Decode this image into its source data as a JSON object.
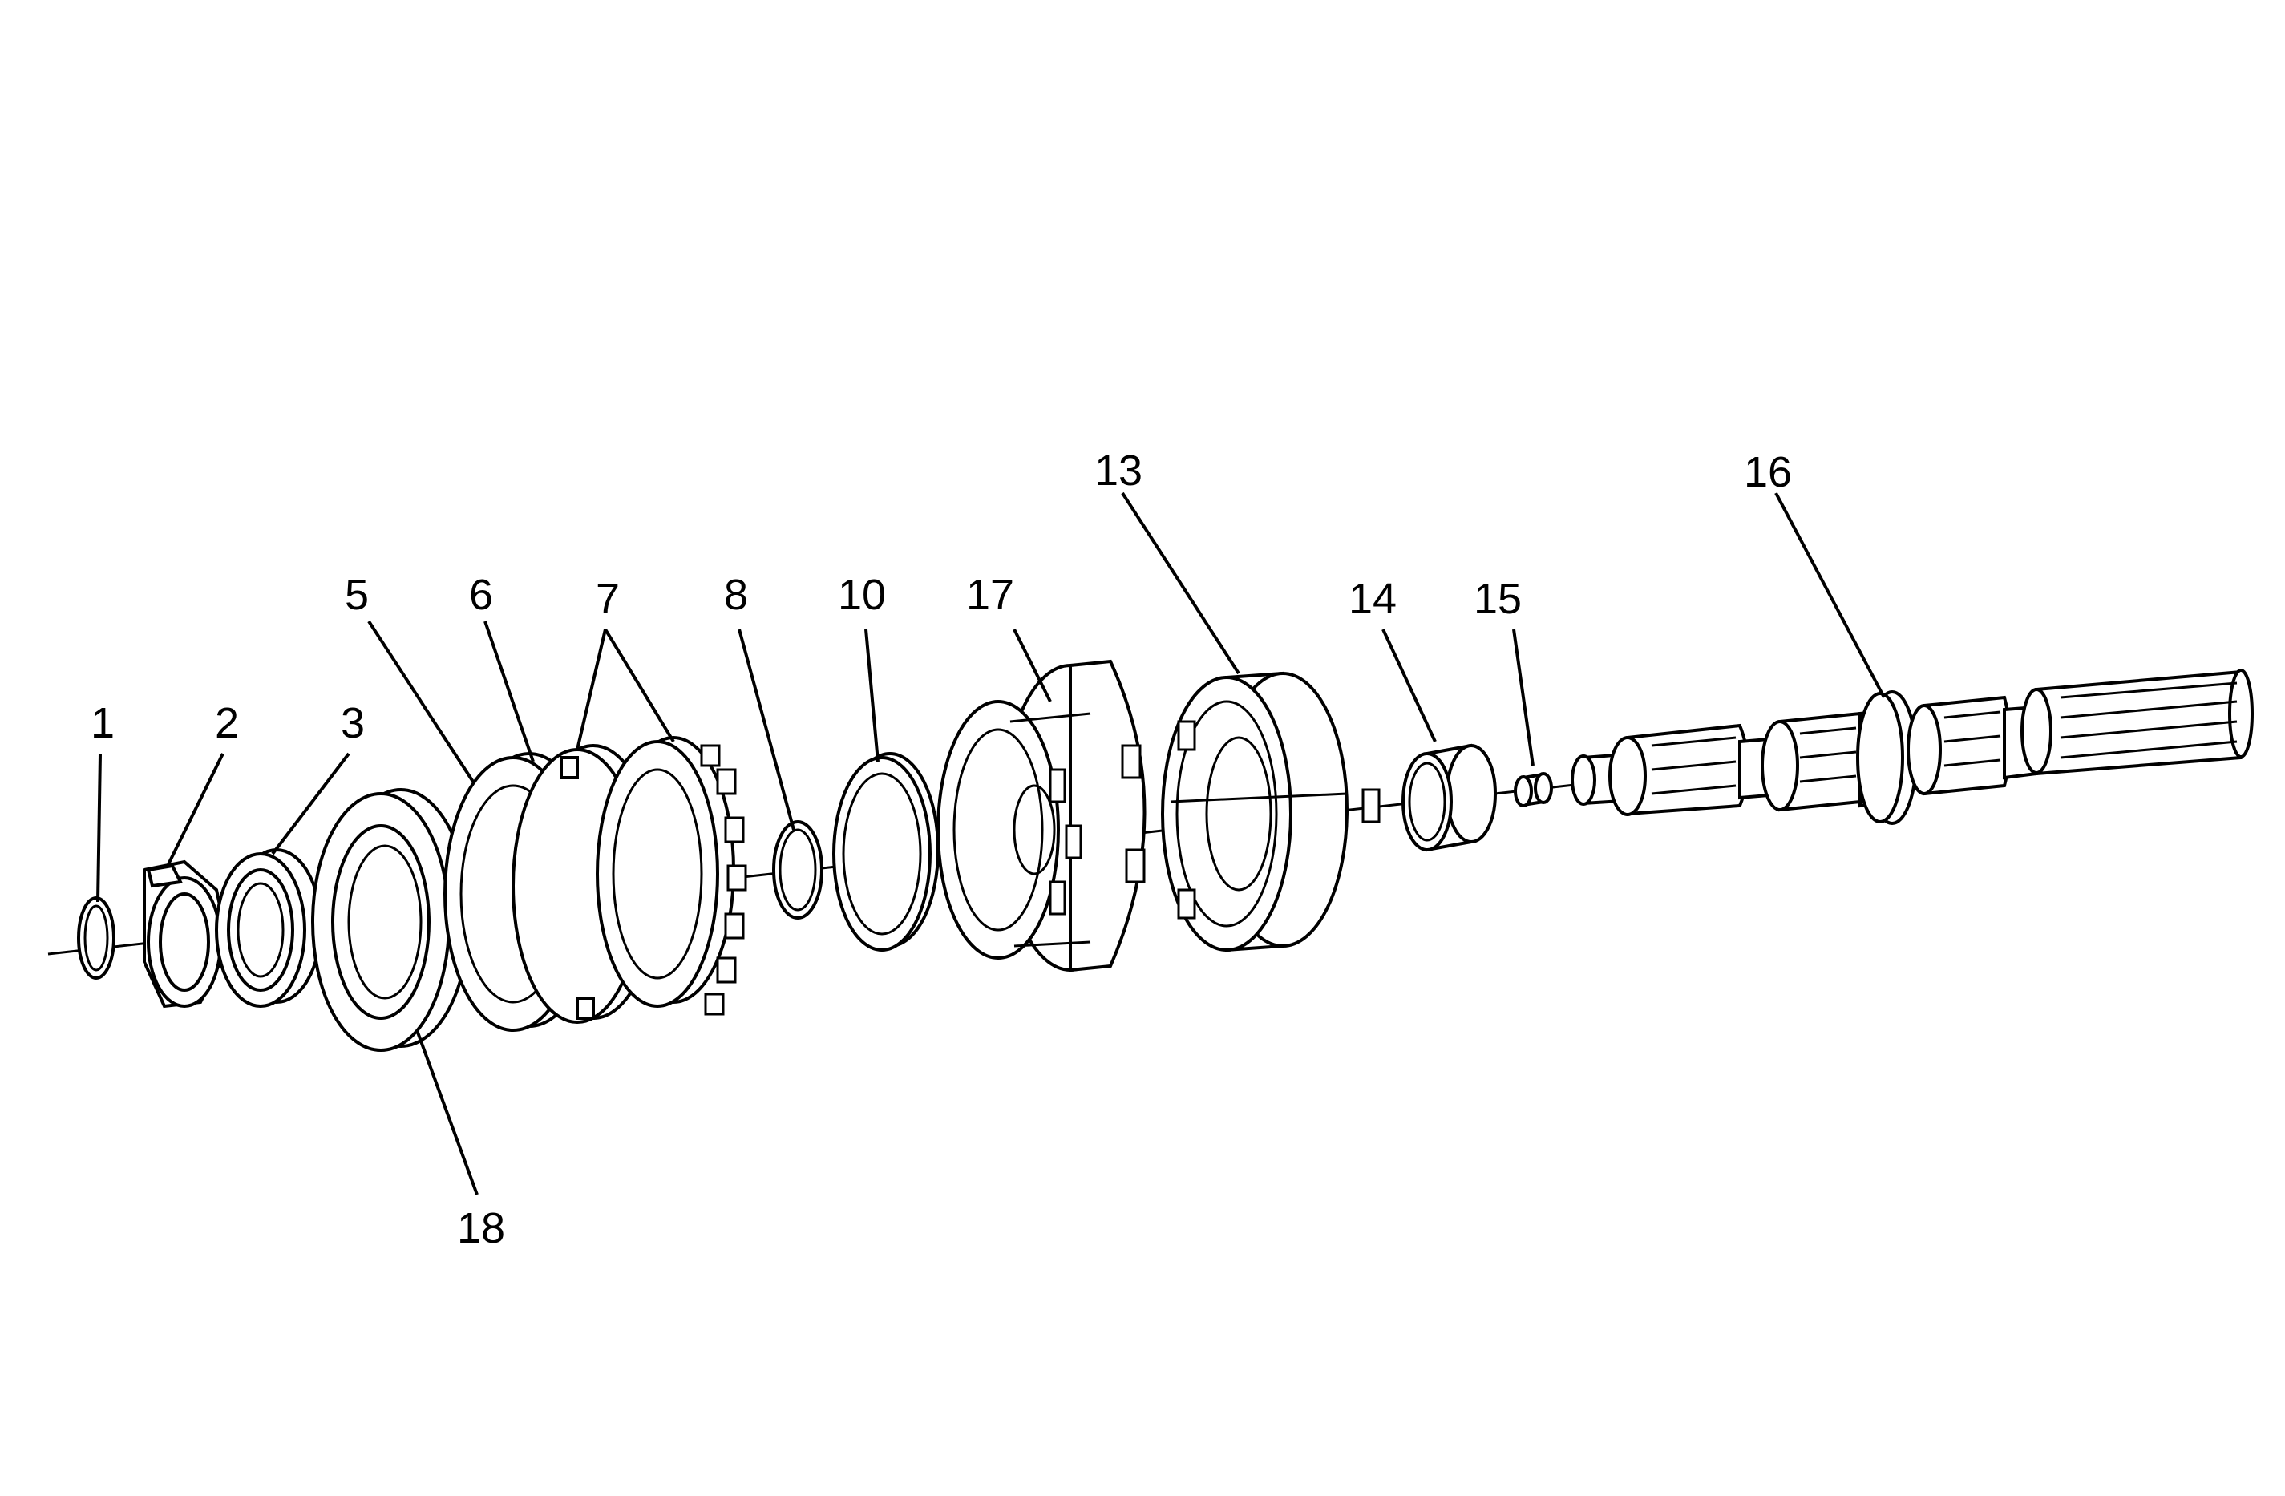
{
  "callouts": [
    {
      "id": "c1",
      "label": "1"
    },
    {
      "id": "c2",
      "label": "2"
    },
    {
      "id": "c3",
      "label": "3"
    },
    {
      "id": "c5",
      "label": "5"
    },
    {
      "id": "c6",
      "label": "6"
    },
    {
      "id": "c7",
      "label": "7"
    },
    {
      "id": "c8",
      "label": "8"
    },
    {
      "id": "c10",
      "label": "10"
    },
    {
      "id": "c17",
      "label": "17"
    },
    {
      "id": "c13",
      "label": "13"
    },
    {
      "id": "c14",
      "label": "14"
    },
    {
      "id": "c15",
      "label": "15"
    },
    {
      "id": "c16",
      "label": "16"
    },
    {
      "id": "c18",
      "label": "18"
    }
  ]
}
